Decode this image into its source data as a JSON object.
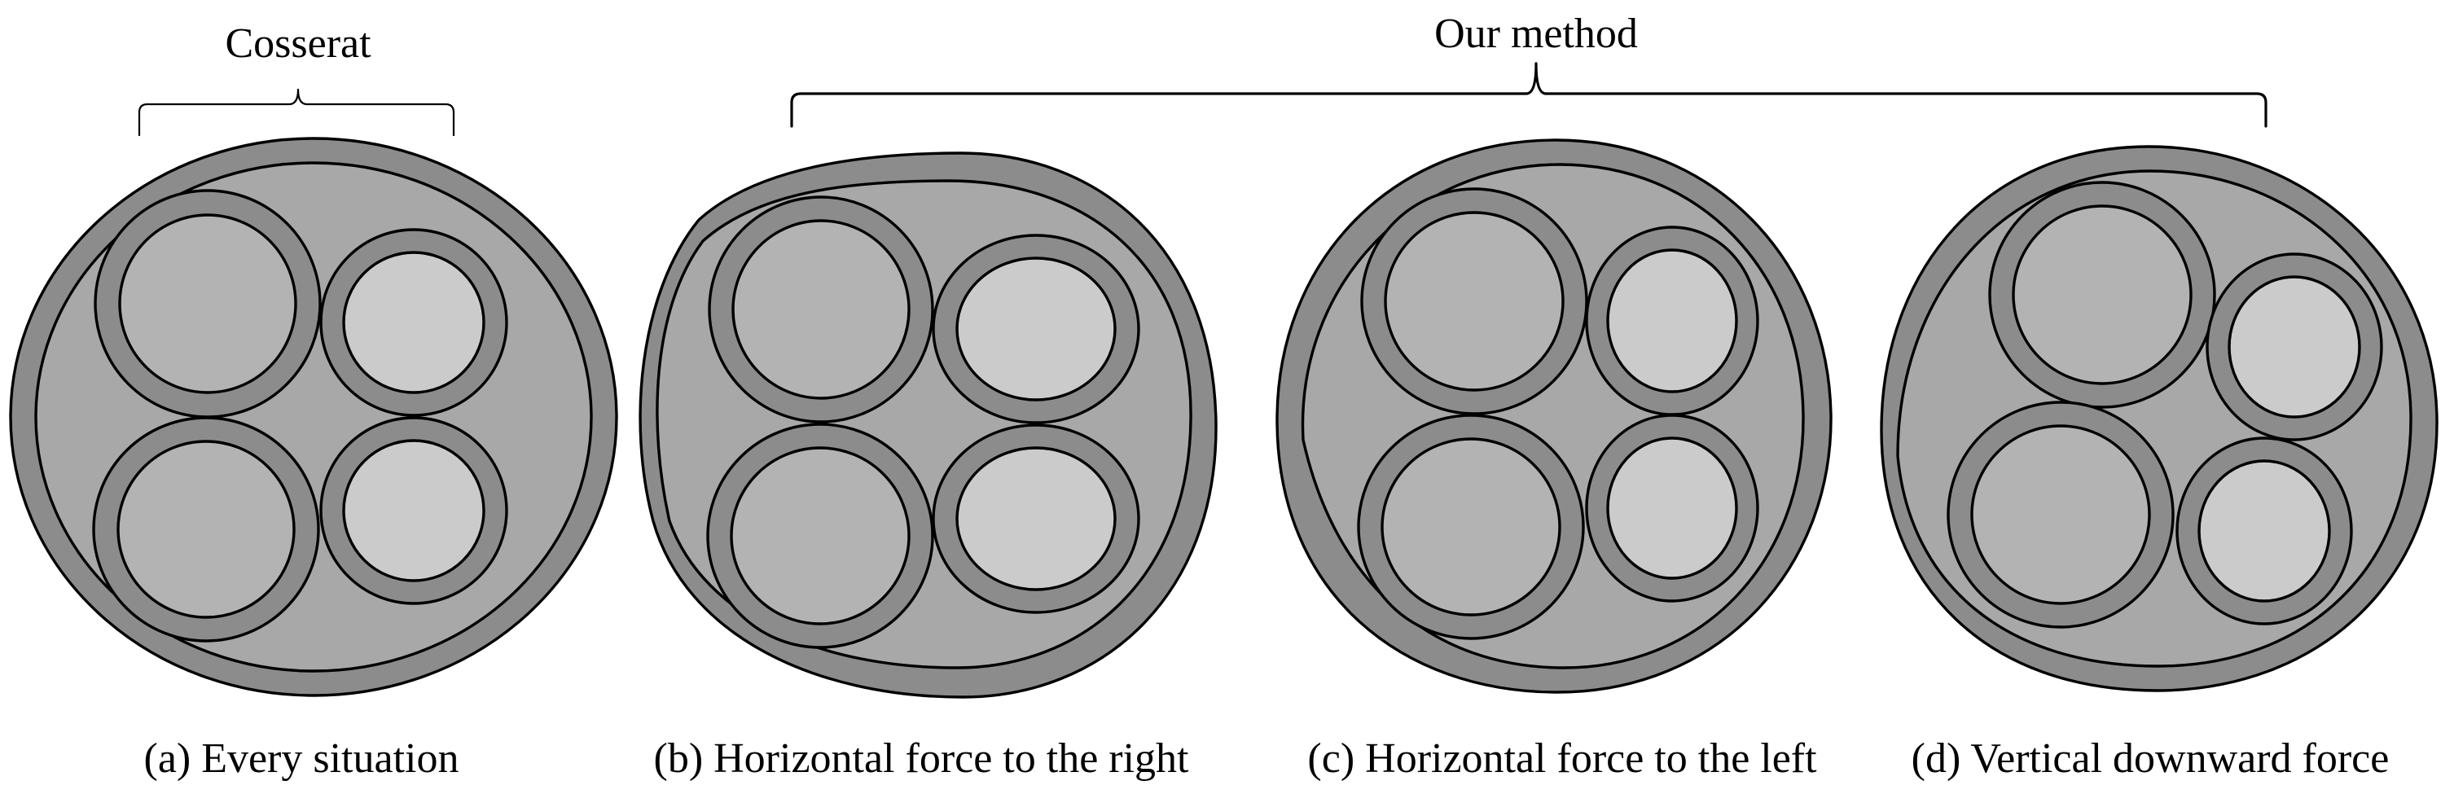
{
  "groups": {
    "cosserat": "Cosserat",
    "ours": "Our method"
  },
  "captions": {
    "a": "(a) Every situation",
    "b": "(b) Horizontal force to the right",
    "c": "(c) Horizontal force to the left",
    "d": "(d) Vertical downward force"
  },
  "colors": {
    "outer_sheath": "#8c8c8c",
    "filler": "#a8a8a8",
    "strand_jacket": "#8c8c8c",
    "conductor_dark": "#b3b3b3",
    "conductor_light": "#cbcbcb",
    "outline": "#000000"
  }
}
